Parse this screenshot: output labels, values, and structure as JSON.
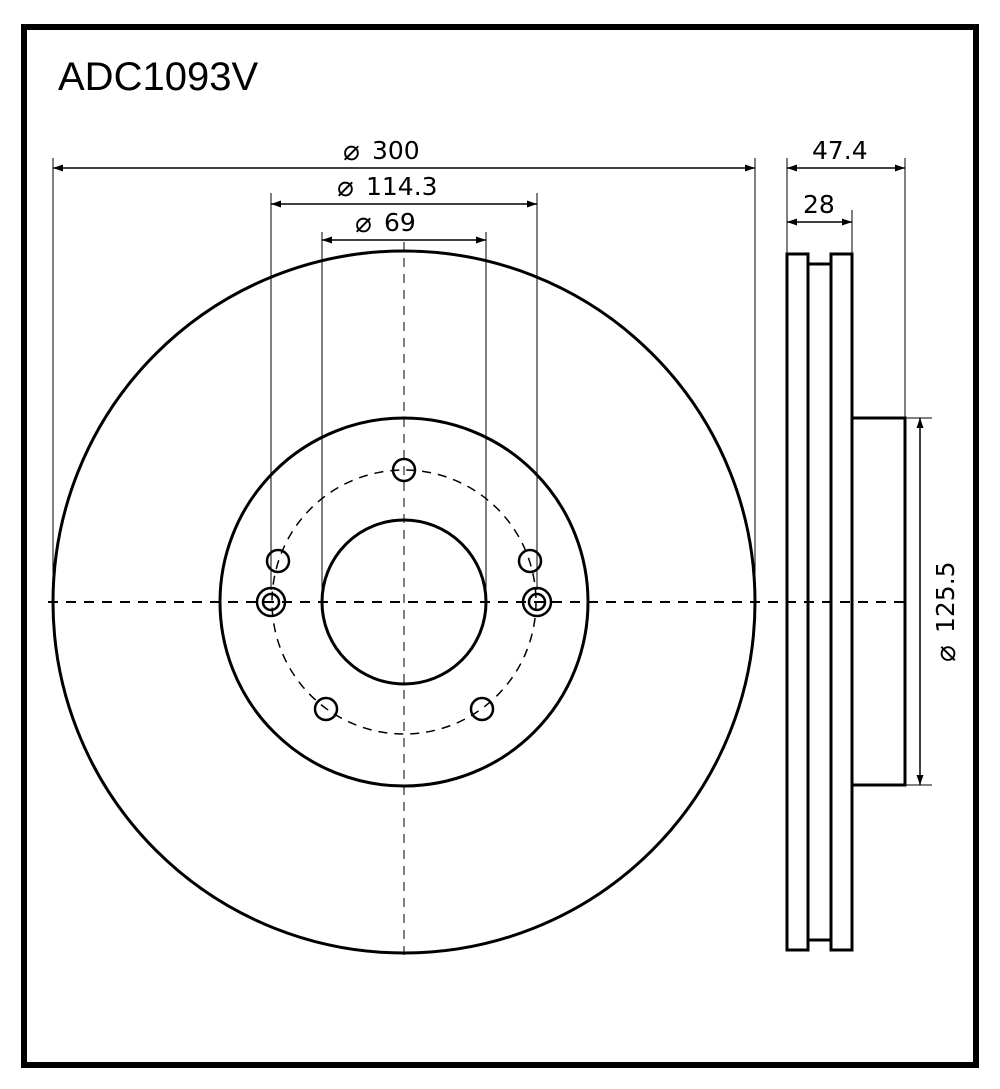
{
  "title": "ADC1093V",
  "dimensions": {
    "outer_diameter": "300",
    "bolt_circle_diameter": "114.3",
    "center_bore_diameter": "69",
    "overall_height": "47.4",
    "disc_thickness": "28",
    "hat_diameter": "125.5"
  },
  "diameter_symbol": "⌀",
  "colors": {
    "line": "#000000",
    "background": "#ffffff"
  }
}
